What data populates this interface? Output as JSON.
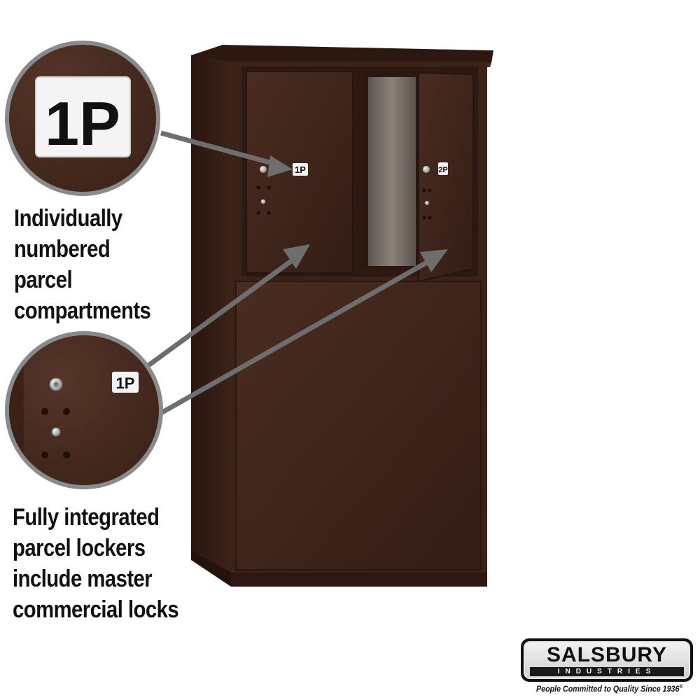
{
  "labels": {
    "callout_badge": "1P",
    "door_left_badge": "1P",
    "door_right_badge": "2P",
    "detail_badge": "1P"
  },
  "captions": {
    "numbered": [
      "Individually",
      "numbered",
      "parcel",
      "compartments"
    ],
    "locks": [
      "Fully integrated",
      "parcel lockers",
      "include master",
      "commercial locks"
    ]
  },
  "brand": {
    "name": "SALSBURY",
    "sub": "INDUSTRIES",
    "tagline": "People Committed to Quality Since 1936",
    "tagline_mark": "®"
  },
  "colors": {
    "bronze": "#3b2219",
    "bronze_dark": "#2b1710",
    "callout_ring": "#8a8a8a",
    "arrow": "#6e6e6e"
  }
}
